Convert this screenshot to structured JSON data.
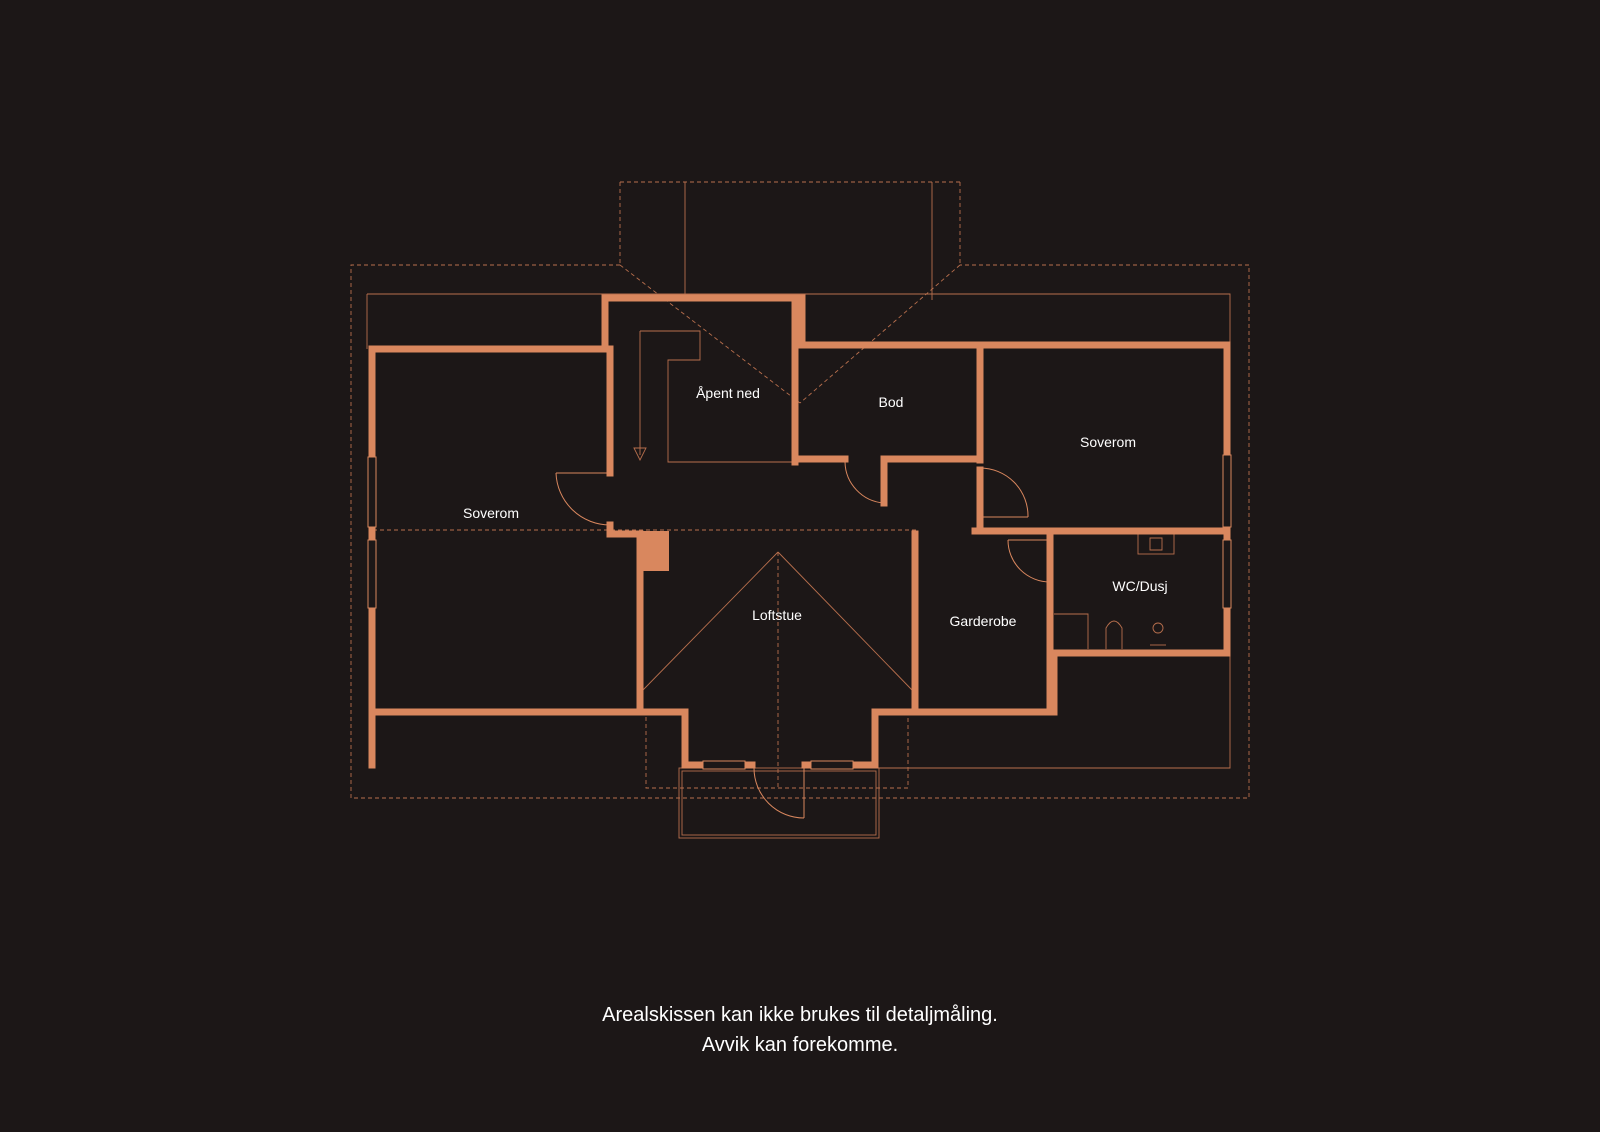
{
  "colors": {
    "background": "#1c1717",
    "wall": "#d9875e",
    "label": "#ffffff"
  },
  "rooms": {
    "apent_ned": "Åpent ned",
    "bod": "Bod",
    "soverom_right": "Soverom",
    "soverom_left": "Soverom",
    "wc_dusj": "WC/Dusj",
    "loftstue": "Loftstue",
    "garderobe": "Garderobe"
  },
  "disclaimer": {
    "line1": "Arealskissen kan ikke brukes til detaljmåling.",
    "line2": "Avvik kan forekomme."
  }
}
